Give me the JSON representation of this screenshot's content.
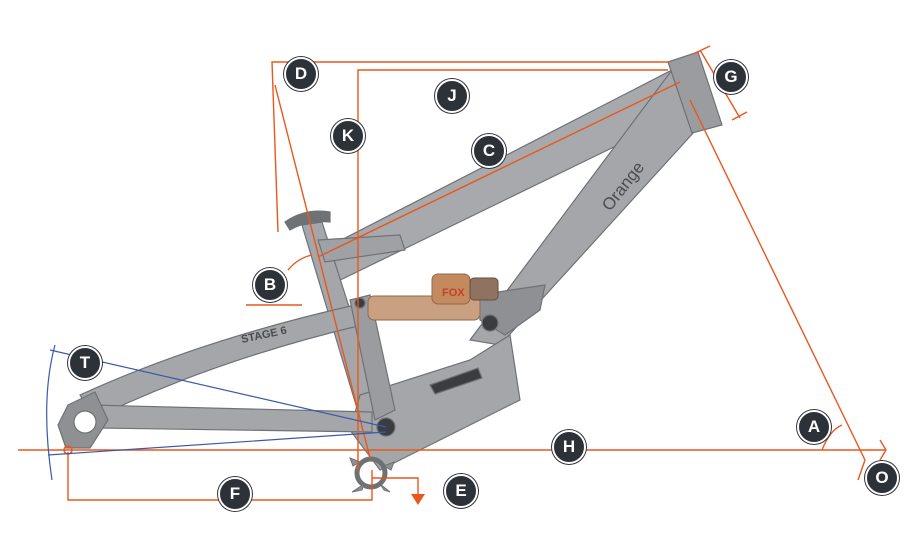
{
  "colors": {
    "frame": "#a4a6a9",
    "frame_dark": "#6f7275",
    "geometry_line": "#e8581c",
    "blue_line": "#3a5aa8",
    "shock_body": "#c9a080",
    "marker_bg": "#2d3138",
    "marker_text": "#ffffff"
  },
  "frame_text": {
    "brand": "Orange",
    "model": "STAGE 6",
    "shock_brand": "FOX"
  },
  "markers": {
    "A": "A",
    "B": "B",
    "C": "C",
    "D": "D",
    "E": "E",
    "F": "F",
    "G": "G",
    "H": "H",
    "J": "J",
    "K": "K",
    "O": "O",
    "T": "T"
  }
}
